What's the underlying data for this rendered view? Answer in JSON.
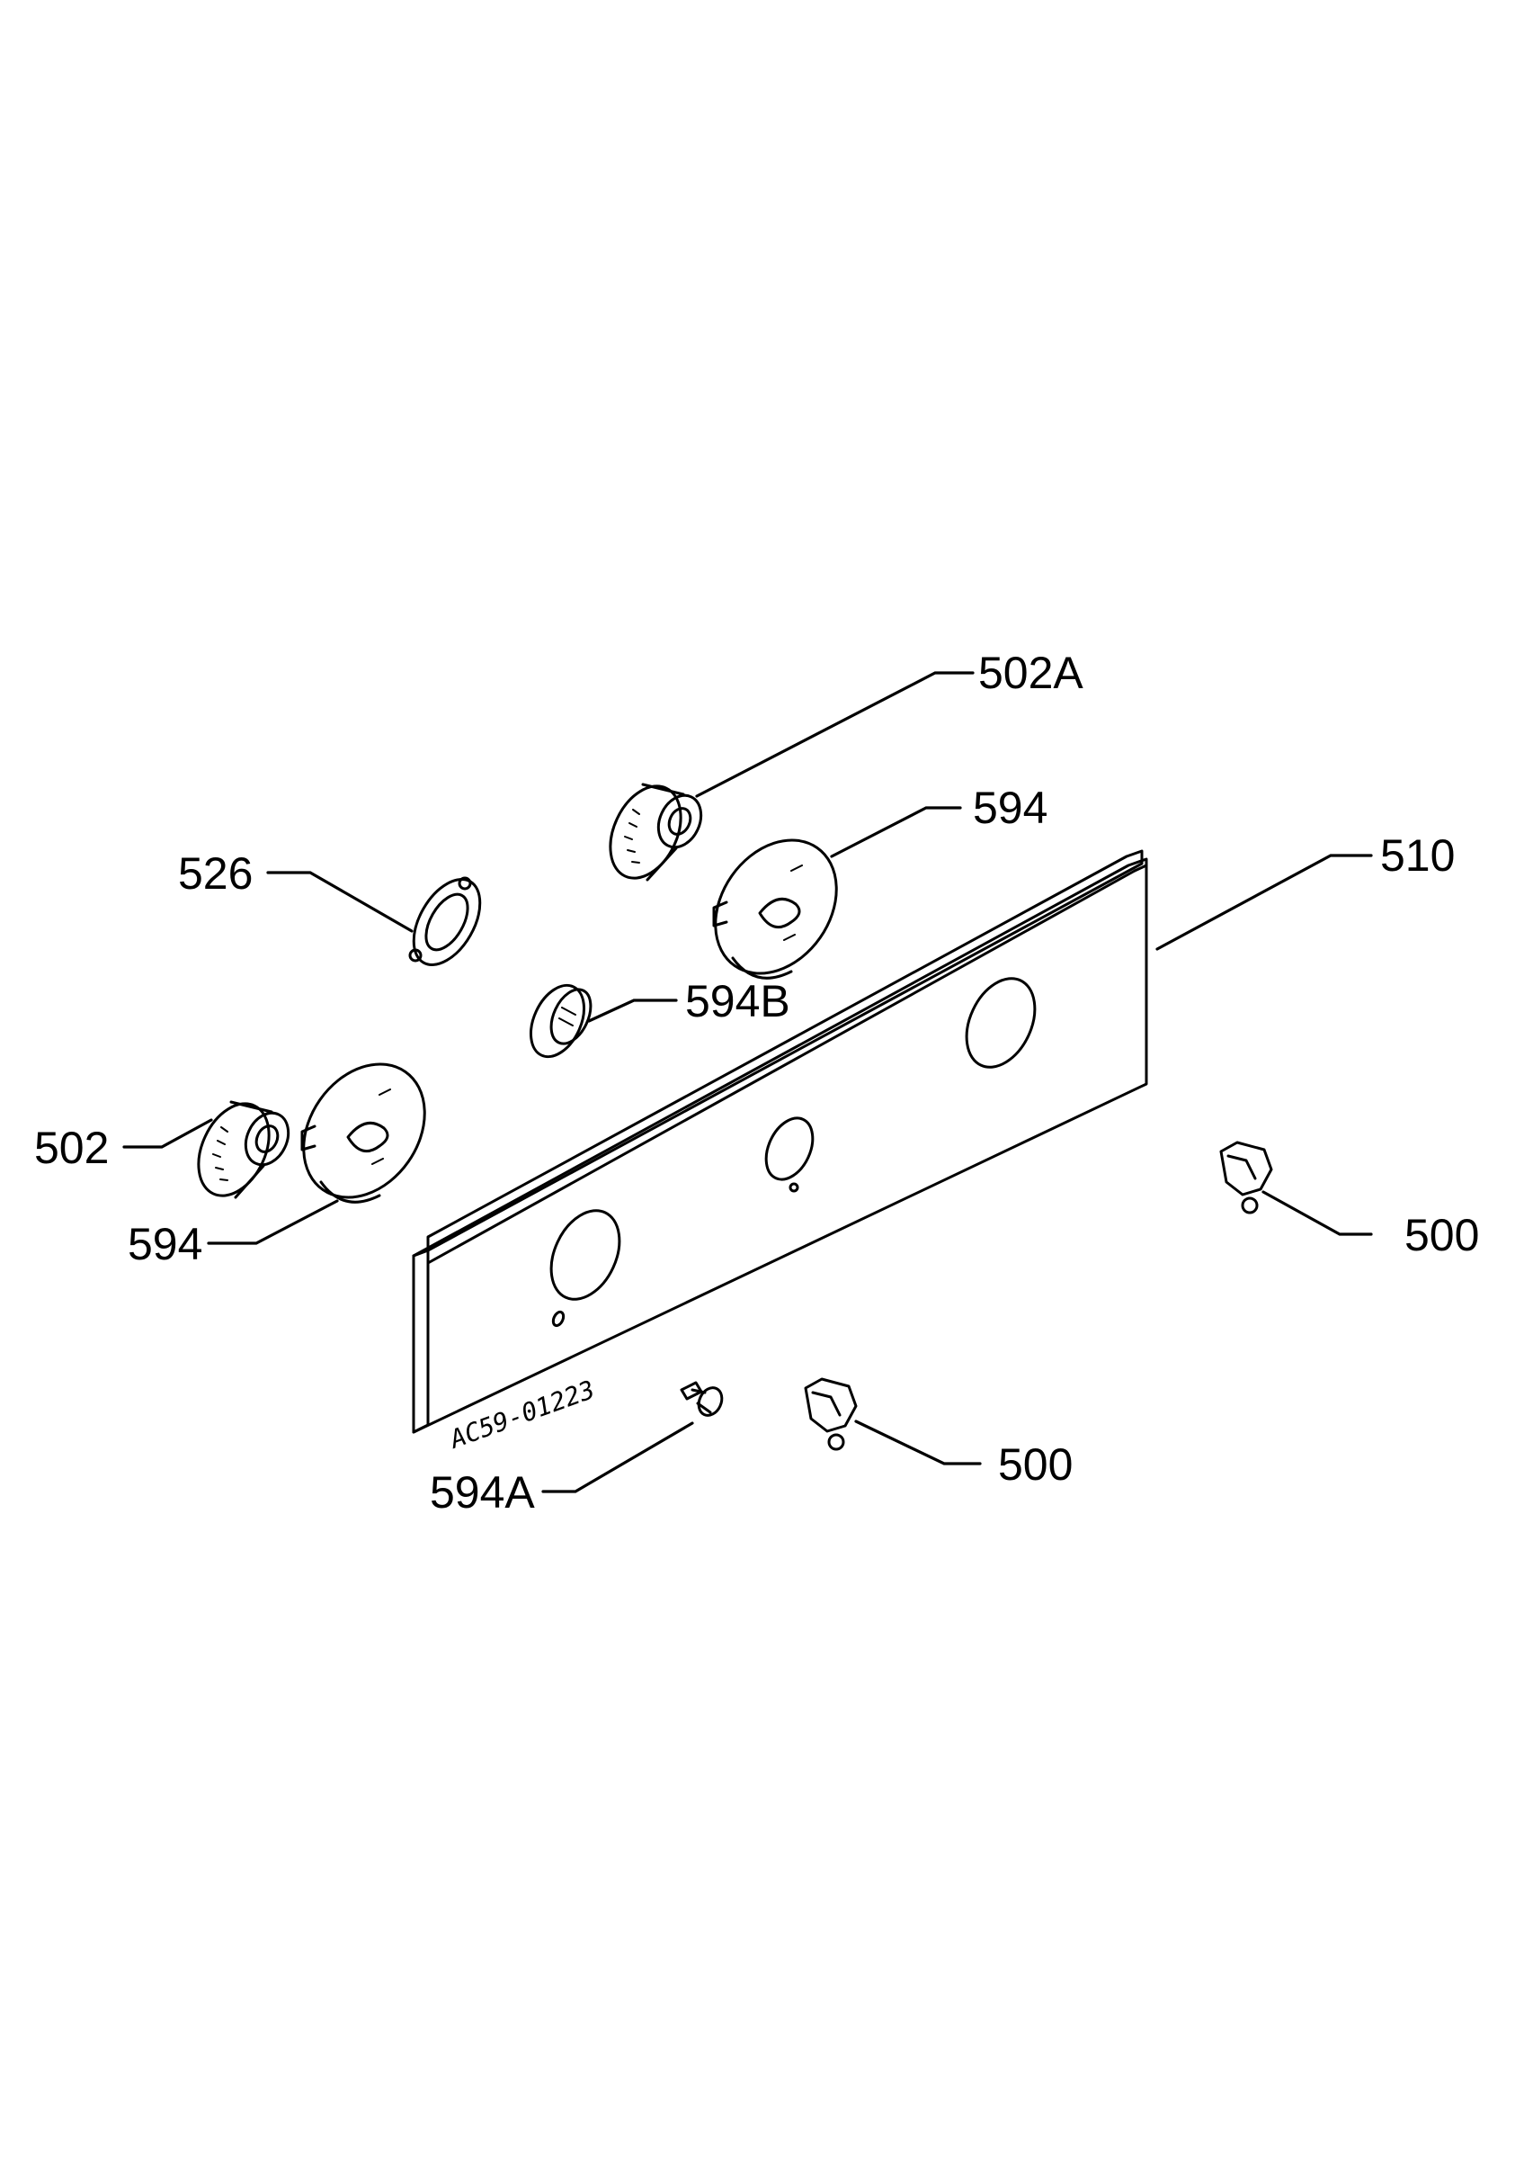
{
  "diagram": {
    "type": "exploded-parts-view",
    "panel_marking": "AC59-01223",
    "part_labels": [
      {
        "id": "502A",
        "text": "502A"
      },
      {
        "id": "594-top",
        "text": "594"
      },
      {
        "id": "510",
        "text": "510"
      },
      {
        "id": "526",
        "text": "526"
      },
      {
        "id": "594B",
        "text": "594B"
      },
      {
        "id": "502",
        "text": "502"
      },
      {
        "id": "594-left",
        "text": "594"
      },
      {
        "id": "500-right",
        "text": "500"
      },
      {
        "id": "500-bottom",
        "text": "500"
      },
      {
        "id": "594A",
        "text": "594A"
      }
    ]
  }
}
